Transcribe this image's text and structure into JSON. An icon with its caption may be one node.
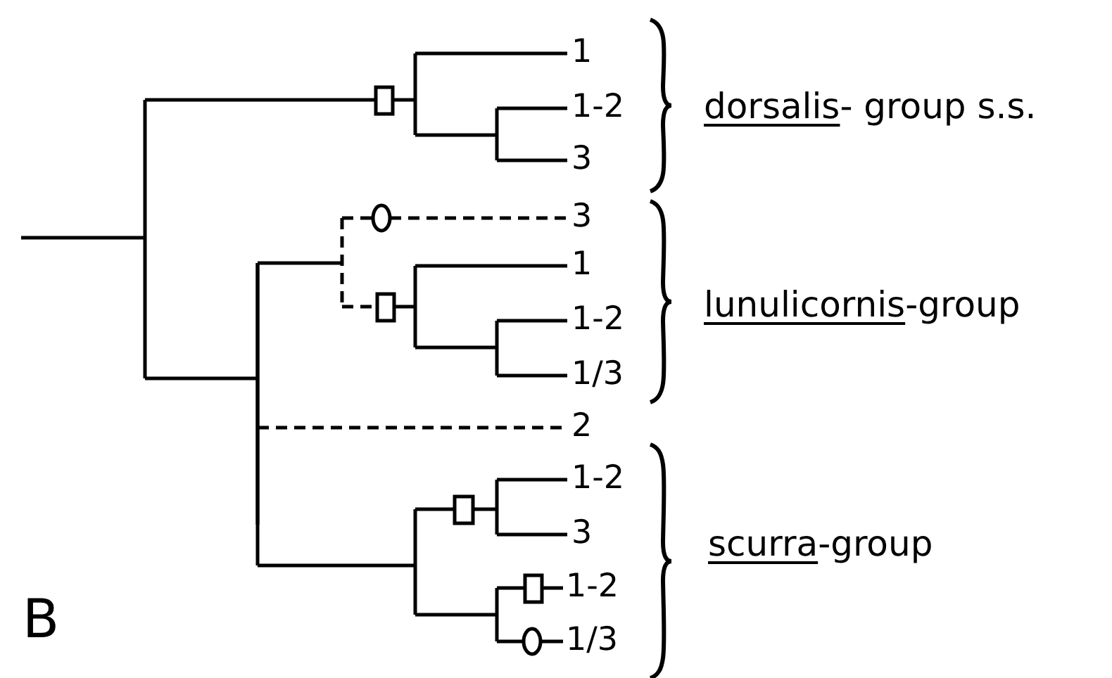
{
  "diagram": {
    "labels": [
      "1",
      "1-2",
      "3",
      "dorsalis",
      "- group s.s.",
      "3",
      "1",
      "lunulicornis",
      "-group",
      "1-2",
      "1/3",
      "2",
      "1-2",
      "3",
      "scurra",
      "-group",
      "1-2",
      "B",
      "1/3"
    ]
  }
}
